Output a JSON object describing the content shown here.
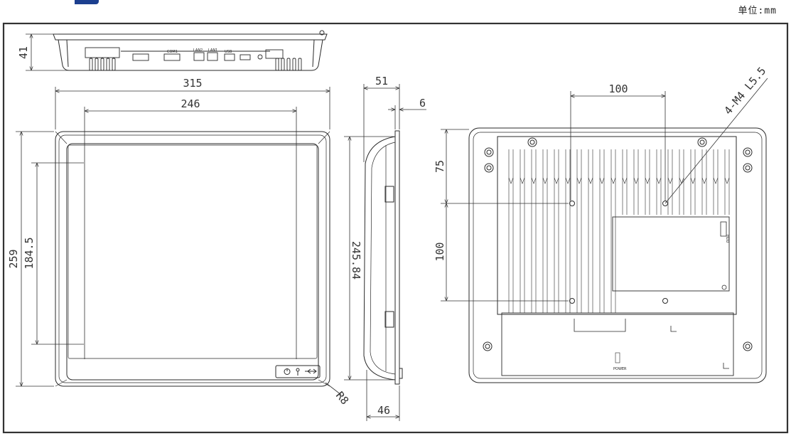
{
  "header": {
    "unit_label": "单位:mm"
  },
  "dimensions": {
    "top_depth": "41",
    "overall_width": "315",
    "display_width": "246",
    "overall_height": "259",
    "display_height": "184.5",
    "corner_radius": "R8",
    "side_depth_top": "51",
    "bezel_thickness": "6",
    "side_height": "245.84",
    "side_depth_bottom": "46",
    "vesa_horizontal": "100",
    "vesa_offset_top": "75",
    "vesa_vertical": "100",
    "mount_screw": "4-M4 L5.5"
  },
  "port_labels": [
    "COM1",
    "LAN2",
    "LAN1",
    "USB"
  ],
  "rear_labels": {
    "hdd": "HDD",
    "power": "POWER"
  },
  "colors": {
    "line": "#2a2a2a",
    "frame": "#333333",
    "accent": "#1c3f8f"
  }
}
